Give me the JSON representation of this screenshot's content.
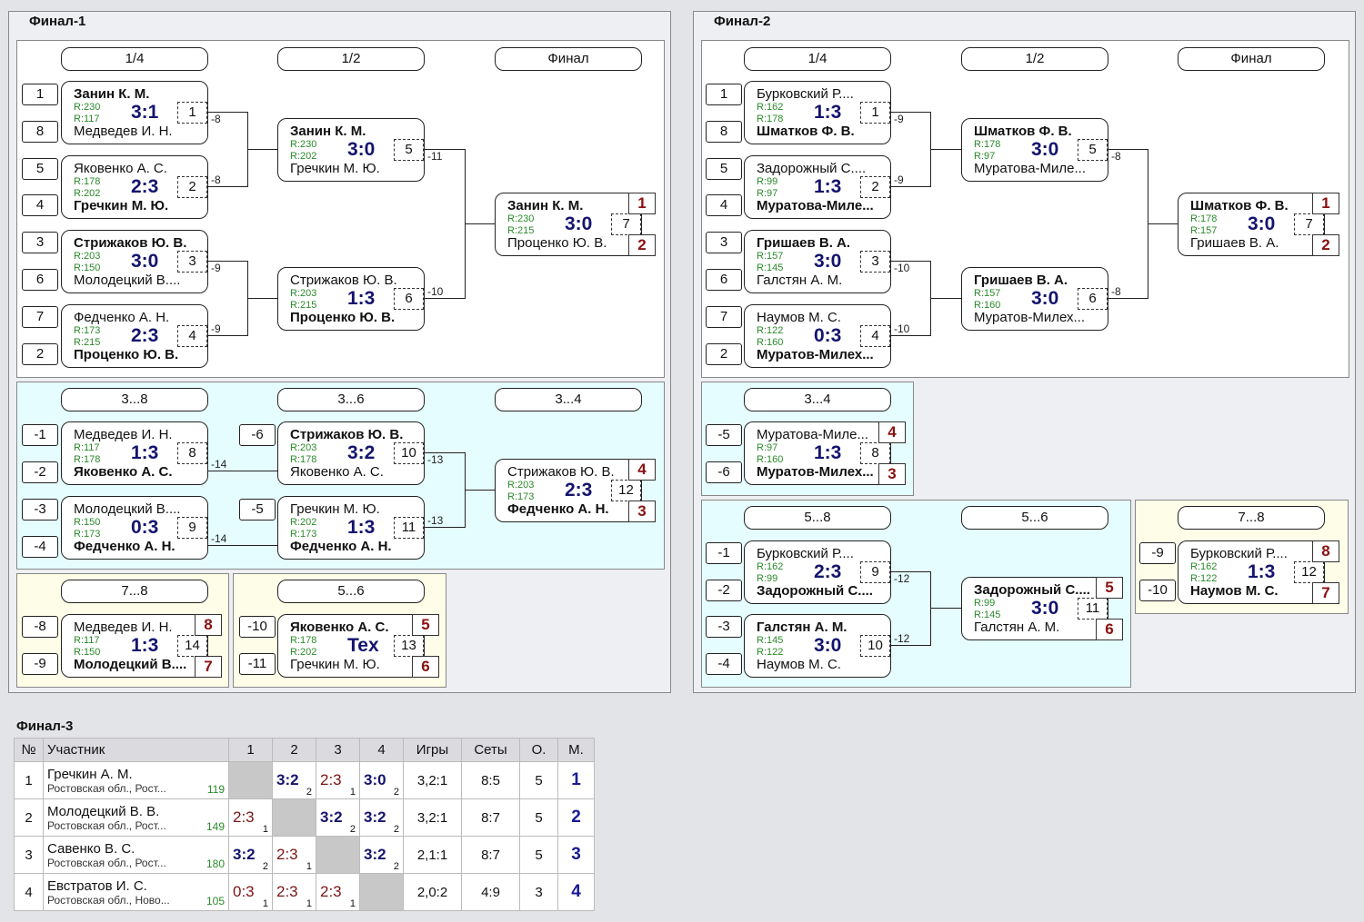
{
  "f1": {
    "title": "Финал-1",
    "h": [
      "1/4",
      "1/2",
      "Финал",
      "3...8",
      "3...6",
      "3...4",
      "7...8",
      "5...6"
    ],
    "s": [
      "1",
      "8",
      "5",
      "4",
      "3",
      "6",
      "7",
      "2",
      "-1",
      "-2",
      "-3",
      "-4",
      "-6",
      "-5",
      "-8",
      "-9",
      "-10",
      "-11"
    ],
    "m": [
      {
        "a": "Занин К. М.",
        "b": "Медведев И. Н.",
        "ra": "R:230",
        "rb": "R:117",
        "sc": "3:1",
        "no": "1"
      },
      {
        "a": "Яковенко А. С.",
        "b": "Гречкин М. Ю.",
        "ra": "R:178",
        "rb": "R:202",
        "sc": "2:3",
        "no": "2"
      },
      {
        "a": "Стрижаков Ю. В.",
        "b": "Молодецкий В....",
        "ra": "R:203",
        "rb": "R:150",
        "sc": "3:0",
        "no": "3"
      },
      {
        "a": "Федченко А. Н.",
        "b": "Проценко Ю. В.",
        "ra": "R:173",
        "rb": "R:215",
        "sc": "2:3",
        "no": "4"
      },
      {
        "a": "Занин К. М.",
        "b": "Гречкин М. Ю.",
        "ra": "R:230",
        "rb": "R:202",
        "sc": "3:0",
        "no": "5"
      },
      {
        "a": "Стрижаков Ю. В.",
        "b": "Проценко Ю. В.",
        "ra": "R:203",
        "rb": "R:215",
        "sc": "1:3",
        "no": "6"
      },
      {
        "a": "Занин К. М.",
        "b": "Проценко Ю. В.",
        "ra": "R:230",
        "rb": "R:215",
        "sc": "3:0",
        "no": "7",
        "pa": "1",
        "pb": "2"
      },
      {
        "a": "Медведев И. Н.",
        "b": "Яковенко А. С.",
        "ra": "R:117",
        "rb": "R:178",
        "sc": "1:3",
        "no": "8"
      },
      {
        "a": "Молодецкий В....",
        "b": "Федченко А. Н.",
        "ra": "R:150",
        "rb": "R:173",
        "sc": "0:3",
        "no": "9"
      },
      {
        "a": "Стрижаков Ю. В.",
        "b": "Яковенко А. С.",
        "ra": "R:203",
        "rb": "R:178",
        "sc": "3:2",
        "no": "10"
      },
      {
        "a": "Гречкин М. Ю.",
        "b": "Федченко А. Н.",
        "ra": "R:202",
        "rb": "R:173",
        "sc": "1:3",
        "no": "11"
      },
      {
        "a": "Стрижаков Ю. В.",
        "b": "Федченко А. Н.",
        "ra": "R:203",
        "rb": "R:173",
        "sc": "2:3",
        "no": "12",
        "pa": "4",
        "pb": "3"
      },
      {
        "a": "Медведев И. Н.",
        "b": "Молодецкий В....",
        "ra": "R:117",
        "rb": "R:150",
        "sc": "1:3",
        "no": "14",
        "pa": "8",
        "pb": "7"
      },
      {
        "a": "Яковенко А. С.",
        "b": "Гречкин М. Ю.",
        "ra": "R:178",
        "rb": "R:202",
        "sc": "Tex",
        "no": "13",
        "pa": "5",
        "pb": "6"
      }
    ],
    "l": [
      "-8",
      "-8",
      "-9",
      "-9",
      "-11",
      "-10",
      "-14",
      "-14",
      "-13",
      "-13"
    ]
  },
  "f2": {
    "title": "Финал-2",
    "h": [
      "1/4",
      "1/2",
      "Финал",
      "3...4",
      "5...8",
      "5...6",
      "7...8"
    ],
    "s": [
      "1",
      "8",
      "5",
      "4",
      "3",
      "6",
      "7",
      "2",
      "-5",
      "-6",
      "-1",
      "-2",
      "-3",
      "-4",
      "-9",
      "-10"
    ],
    "m": [
      {
        "a": "Бурковский Р....",
        "b": "Шматков Ф. В.",
        "ra": "R:162",
        "rb": "R:178",
        "sc": "1:3",
        "no": "1"
      },
      {
        "a": "Задорожный С....",
        "b": "Муратова-Миле...",
        "ra": "R:99",
        "rb": "R:97",
        "sc": "1:3",
        "no": "2"
      },
      {
        "a": "Гришаев В. А.",
        "b": "Галстян А. М.",
        "ra": "R:157",
        "rb": "R:145",
        "sc": "3:0",
        "no": "3"
      },
      {
        "a": "Наумов М. С.",
        "b": "Муратов-Милех...",
        "ra": "R:122",
        "rb": "R:160",
        "sc": "0:3",
        "no": "4"
      },
      {
        "a": "Шматков Ф. В.",
        "b": "Муратова-Миле...",
        "ra": "R:178",
        "rb": "R:97",
        "sc": "3:0",
        "no": "5"
      },
      {
        "a": "Гришаев В. А.",
        "b": "Муратов-Милех...",
        "ra": "R:157",
        "rb": "R:160",
        "sc": "3:0",
        "no": "6"
      },
      {
        "a": "Шматков Ф. В.",
        "b": "Гришаев В. А.",
        "ra": "R:178",
        "rb": "R:157",
        "sc": "3:0",
        "no": "7",
        "pa": "1",
        "pb": "2"
      },
      {
        "a": "Муратова-Миле...",
        "b": "Муратов-Милех...",
        "ra": "R:97",
        "rb": "R:160",
        "sc": "1:3",
        "no": "8",
        "pa": "4",
        "pb": "3"
      },
      {
        "a": "Бурковский Р....",
        "b": "Задорожный С....",
        "ra": "R:162",
        "rb": "R:99",
        "sc": "2:3",
        "no": "9"
      },
      {
        "a": "Галстян А. М.",
        "b": "Наумов М. С.",
        "ra": "R:145",
        "rb": "R:122",
        "sc": "3:0",
        "no": "10"
      },
      {
        "a": "Задорожный С....",
        "b": "Галстян А. М.",
        "ra": "R:99",
        "rb": "R:145",
        "sc": "3:0",
        "no": "11",
        "pa": "5",
        "pb": "6"
      },
      {
        "a": "Бурковский Р....",
        "b": "Наумов М. С.",
        "ra": "R:162",
        "rb": "R:122",
        "sc": "1:3",
        "no": "12",
        "pa": "8",
        "pb": "7"
      }
    ],
    "l": [
      "-9",
      "-9",
      "-10",
      "-10",
      "-8",
      "-8",
      "-12",
      "-12"
    ]
  },
  "f3": {
    "title": "Финал-3",
    "cols": [
      "№",
      "Участник",
      "1",
      "2",
      "3",
      "4",
      "Игры",
      "Сеты",
      "О.",
      "М."
    ],
    "rows": [
      {
        "n": "1",
        "name": "Гречкин А. М.",
        "reg": "Ростовская обл., Рост...",
        "r": "119",
        "c": [
          "",
          "3:2",
          "2:3",
          "3:0"
        ],
        "cs": [
          "",
          "2",
          "1",
          "2"
        ],
        "g": "3,2:1",
        "s": "8:5",
        "o": "5",
        "p": "1"
      },
      {
        "n": "2",
        "name": "Молодецкий В. В.",
        "reg": "Ростовская обл., Рост...",
        "r": "149",
        "c": [
          "2:3",
          "",
          "3:2",
          "3:2"
        ],
        "cs": [
          "1",
          "",
          "2",
          "2"
        ],
        "g": "3,2:1",
        "s": "8:7",
        "o": "5",
        "p": "2"
      },
      {
        "n": "3",
        "name": "Савенко В. С.",
        "reg": "Ростовская обл., Рост...",
        "r": "180",
        "c": [
          "3:2",
          "2:3",
          "",
          "3:2"
        ],
        "cs": [
          "2",
          "1",
          "",
          "2"
        ],
        "g": "2,1:1",
        "s": "8:7",
        "o": "5",
        "p": "3"
      },
      {
        "n": "4",
        "name": "Евстратов И. С.",
        "reg": "Ростовская обл., Ново...",
        "r": "105",
        "c": [
          "0:3",
          "2:3",
          "2:3",
          ""
        ],
        "cs": [
          "1",
          "1",
          "1",
          ""
        ],
        "g": "2,0:2",
        "s": "4:9",
        "o": "3",
        "p": "4"
      }
    ]
  }
}
